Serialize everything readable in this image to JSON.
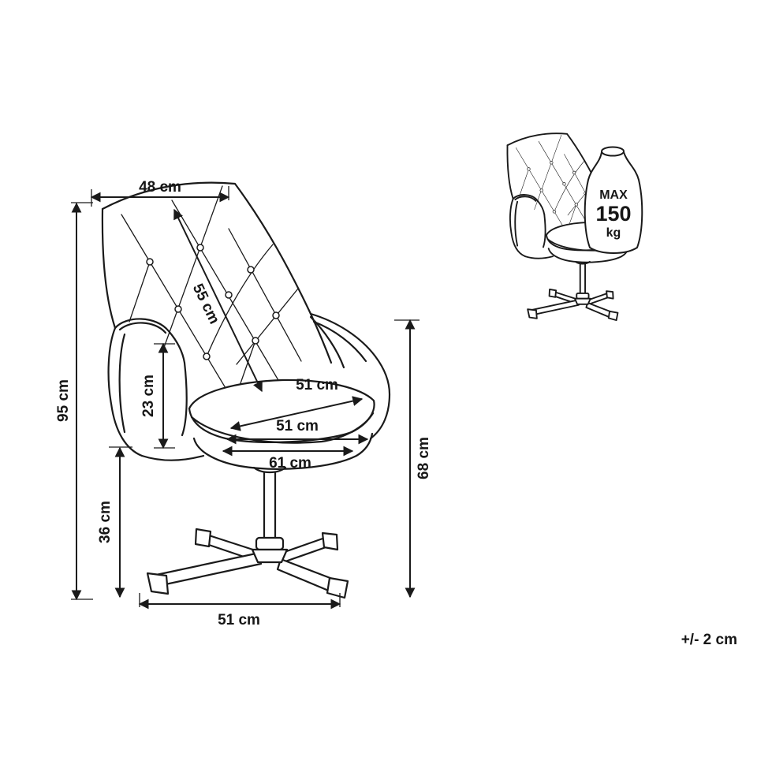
{
  "diagram": {
    "dimensions": {
      "back_width": "48 cm",
      "backrest_diagonal": "55 cm",
      "overall_height": "95 cm",
      "arm_to_seat": "23 cm",
      "seat_depth": "51 cm",
      "seat_width": "51 cm",
      "overall_width": "61 cm",
      "base_height": "36 cm",
      "arm_to_floor": "68 cm",
      "base_width": "51 cm"
    },
    "max_load": {
      "label": "MAX",
      "value": "150",
      "unit": "kg"
    },
    "tolerance": "+/- 2 cm",
    "colors": {
      "line": "#1a1a1a",
      "background": "#ffffff"
    }
  }
}
